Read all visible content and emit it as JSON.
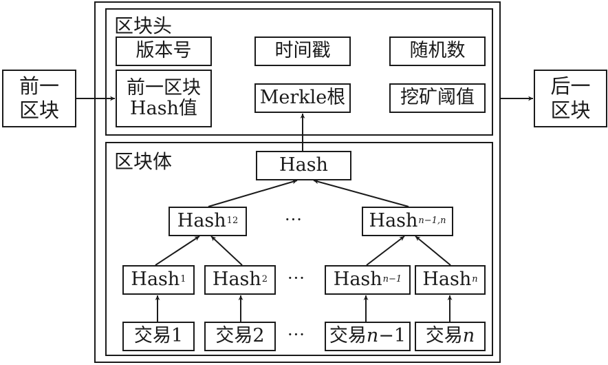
{
  "diagram": {
    "previous_block": {
      "line1": "前一",
      "line2": "区块"
    },
    "next_block": {
      "line1": "后一",
      "line2": "区块"
    },
    "block_header": {
      "label": "区块头",
      "fields": {
        "version": "版本号",
        "prev_hash_line1": "前一区块",
        "prev_hash_line2": "Hash值",
        "timestamp": "时间戳",
        "merkle_root": "Merkle根",
        "nonce": "随机数",
        "difficulty": "挖矿阈值"
      }
    },
    "block_body": {
      "label": "区块体",
      "root_hash": "Hash",
      "level1": [
        {
          "base": "Hash",
          "sub": "12"
        },
        {
          "base": "Hash",
          "sub": "n−1,n"
        }
      ],
      "leaf_hashes": [
        {
          "base": "Hash",
          "sub": "1"
        },
        {
          "base": "Hash",
          "sub": "2"
        },
        {
          "base": "Hash",
          "sub": "n−1"
        },
        {
          "base": "Hash",
          "sub": "n"
        }
      ],
      "transactions": [
        {
          "prefix": "交易",
          "suffix": "1",
          "italic": false
        },
        {
          "prefix": "交易",
          "suffix": "2",
          "italic": false
        },
        {
          "prefix": "交易",
          "suffix_italic": "n",
          "suffix": "−1"
        },
        {
          "prefix": "交易",
          "suffix_italic": "n"
        }
      ],
      "ellipsis": "···"
    }
  }
}
